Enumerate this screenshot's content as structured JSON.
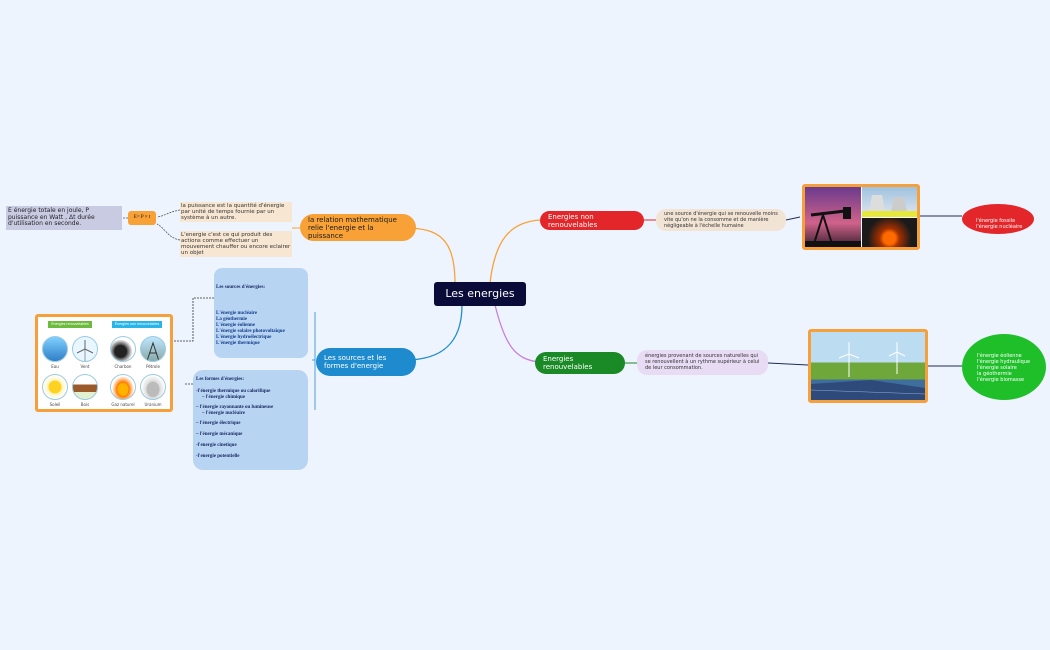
{
  "central": {
    "title": "Les energies"
  },
  "colors": {
    "orange": "#f8a137",
    "red": "#e3262a",
    "green": "#1a8a26",
    "blue": "#1e8bcf",
    "navy": "#0b0b3a"
  },
  "left_top": {
    "branch": "la relation mathematique relie l'energie et la puissance",
    "formula": "E= P × t",
    "note_puissance": "la puissance est la quantité d'énergie par unité de temps fournie par un système à un autre.",
    "note_energie": "L'energie c'est ce qui produit des actions comme effectuer un mouvement chauffer ou encore eclairer un objet",
    "legend": "E énergie totale en joule, P puissance en Watt , Δt durée d'utilisation en seconde."
  },
  "left_bottom": {
    "branch": "Les sources et les formes d'energie",
    "sources_title": "Les sources d'énergies:",
    "sources": [
      "L'énergie nucléaire",
      "La géothermie",
      "L'énergie éolienne",
      "L'énergie solaire photovoltaïque",
      "L'énergie hydroélectrique",
      "L'énergie thermique"
    ],
    "forms_title": "Les formes d'énergies:",
    "forms": [
      "-l'énergie thermique ou calorifique",
      "– l'énergie chimique",
      "– l'énergie rayonnante ou lumineuse",
      "– l'énergie nucléaire",
      "– l'énergie électrique",
      "– l'énergie mécanique",
      "-l'energie cinetique",
      "-l'energie potentielle"
    ],
    "image": {
      "renewable_tag": "Énergies renouvelables",
      "nonrenewable_tag": "Énergies non renouvelables",
      "labels": [
        "Eau",
        "Vent",
        "Charbon",
        "Pétrole",
        "Soleil",
        "Bois",
        "Gaz naturel",
        "Uranium"
      ]
    }
  },
  "right_top": {
    "branch": "Energies non renouvelables",
    "definition": "une source d'énergie qui se renouvelle moins vite qu'on ne la consomme et de manière négligeable à l'échelle humaine",
    "examples": "l'énergie fossile\nl'énergie nucléaire"
  },
  "right_bottom": {
    "branch": "Energies renouvelables",
    "definition": "énergies provenant de sources naturelles qui se renouvellent à un rythme supérieur à celui de leur consommation.",
    "examples": "l'énergie éolienne\nl'énergie hydraulique\nl'énergie solaire\nla géothermie\nl'énergie biomasse"
  }
}
